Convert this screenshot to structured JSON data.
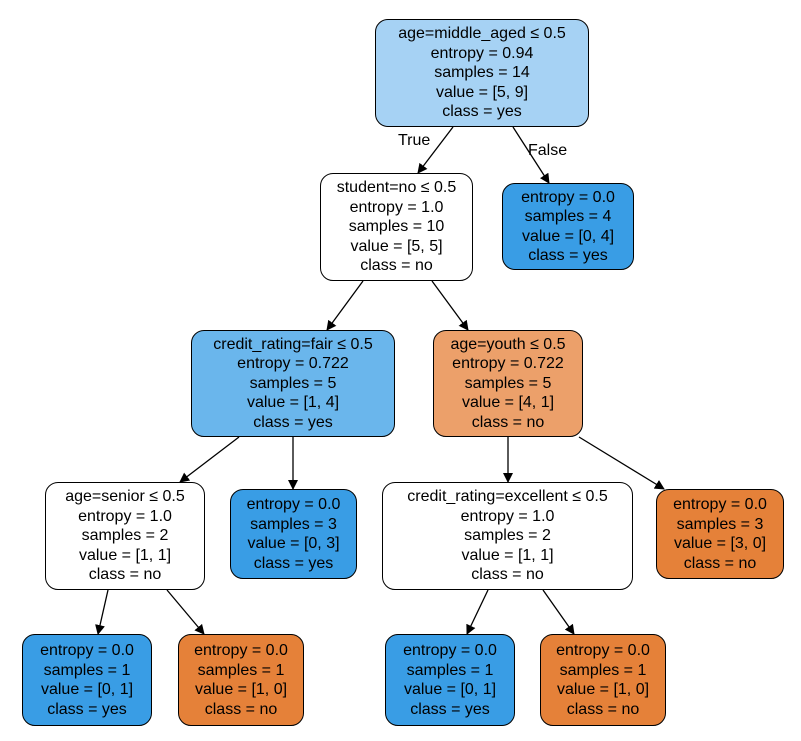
{
  "nodes": [
    {
      "id": "n0",
      "lines": [
        "age=middle_aged ≤ 0.5",
        "entropy = 0.94",
        "samples = 14",
        "value = [5, 9]",
        "class = yes"
      ],
      "fill": "#a6d2f4"
    },
    {
      "id": "n1",
      "lines": [
        "student=no ≤ 0.5",
        "entropy = 1.0",
        "samples = 10",
        "value = [5, 5]",
        "class = no"
      ],
      "fill": "#ffffff"
    },
    {
      "id": "n2",
      "lines": [
        "entropy = 0.0",
        "samples = 4",
        "value = [0, 4]",
        "class = yes"
      ],
      "fill": "#399de5"
    },
    {
      "id": "n3",
      "lines": [
        "credit_rating=fair ≤ 0.5",
        "entropy = 0.722",
        "samples = 5",
        "value = [1, 4]",
        "class = yes"
      ],
      "fill": "#6ab6ec"
    },
    {
      "id": "n4",
      "lines": [
        "age=youth ≤ 0.5",
        "entropy = 0.722",
        "samples = 5",
        "value = [4, 1]",
        "class = no"
      ],
      "fill": "#eca06a"
    },
    {
      "id": "n5",
      "lines": [
        "age=senior ≤ 0.5",
        "entropy = 1.0",
        "samples = 2",
        "value = [1, 1]",
        "class = no"
      ],
      "fill": "#ffffff"
    },
    {
      "id": "n6",
      "lines": [
        "entropy = 0.0",
        "samples = 3",
        "value = [0, 3]",
        "class = yes"
      ],
      "fill": "#399de5"
    },
    {
      "id": "n7",
      "lines": [
        "credit_rating=excellent ≤ 0.5",
        "entropy = 1.0",
        "samples = 2",
        "value = [1, 1]",
        "class = no"
      ],
      "fill": "#ffffff"
    },
    {
      "id": "n8",
      "lines": [
        "entropy = 0.0",
        "samples = 3",
        "value = [3, 0]",
        "class = no"
      ],
      "fill": "#e58139"
    },
    {
      "id": "n9",
      "lines": [
        "entropy = 0.0",
        "samples = 1",
        "value = [0, 1]",
        "class = yes"
      ],
      "fill": "#399de5"
    },
    {
      "id": "n10",
      "lines": [
        "entropy = 0.0",
        "samples = 1",
        "value = [1, 0]",
        "class = no"
      ],
      "fill": "#e58139"
    },
    {
      "id": "n11",
      "lines": [
        "entropy = 0.0",
        "samples = 1",
        "value = [0, 1]",
        "class = yes"
      ],
      "fill": "#399de5"
    },
    {
      "id": "n12",
      "lines": [
        "entropy = 0.0",
        "samples = 1",
        "value = [1, 0]",
        "class = no"
      ],
      "fill": "#e58139"
    }
  ],
  "edges": [
    {
      "from": "n0",
      "to": "n1",
      "label": "True"
    },
    {
      "from": "n0",
      "to": "n2",
      "label": "False"
    },
    {
      "from": "n1",
      "to": "n3"
    },
    {
      "from": "n1",
      "to": "n4"
    },
    {
      "from": "n3",
      "to": "n5"
    },
    {
      "from": "n3",
      "to": "n6"
    },
    {
      "from": "n4",
      "to": "n7"
    },
    {
      "from": "n4",
      "to": "n8"
    },
    {
      "from": "n5",
      "to": "n9"
    },
    {
      "from": "n5",
      "to": "n10"
    },
    {
      "from": "n7",
      "to": "n11"
    },
    {
      "from": "n7",
      "to": "n12"
    }
  ]
}
